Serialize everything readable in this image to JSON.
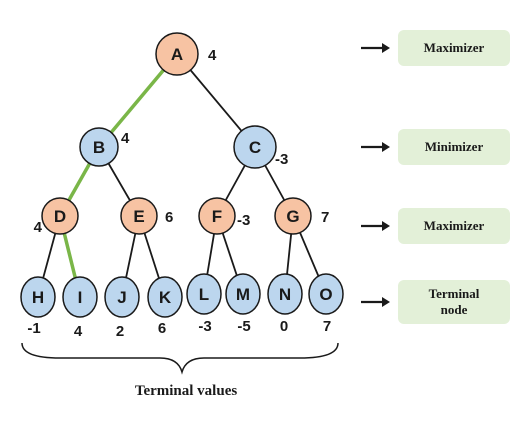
{
  "colors": {
    "max_node_fill": "#f7c3a3",
    "min_node_fill": "#bcd6ee",
    "node_stroke": "#1a1a1a",
    "edge": "#1a1a1a",
    "highlight_edge": "#7ab648",
    "legend_fill": "#e3f0d8"
  },
  "nodes": [
    {
      "id": "A",
      "type": "max",
      "value": "4"
    },
    {
      "id": "B",
      "type": "min",
      "value": "4"
    },
    {
      "id": "C",
      "type": "min",
      "value": "-3"
    },
    {
      "id": "D",
      "type": "max",
      "value": "4"
    },
    {
      "id": "E",
      "type": "max",
      "value": "6"
    },
    {
      "id": "F",
      "type": "max",
      "value": "-3"
    },
    {
      "id": "G",
      "type": "max",
      "value": "7"
    },
    {
      "id": "H",
      "type": "terminal",
      "value": "-1"
    },
    {
      "id": "I",
      "type": "terminal",
      "value": "4"
    },
    {
      "id": "J",
      "type": "terminal",
      "value": "2"
    },
    {
      "id": "K",
      "type": "terminal",
      "value": "6"
    },
    {
      "id": "L",
      "type": "terminal",
      "value": "-3"
    },
    {
      "id": "M",
      "type": "terminal",
      "value": "-5"
    },
    {
      "id": "N",
      "type": "terminal",
      "value": "0"
    },
    {
      "id": "O",
      "type": "terminal",
      "value": "7"
    }
  ],
  "edges": [
    {
      "from": "A",
      "to": "B",
      "highlight": true
    },
    {
      "from": "A",
      "to": "C",
      "highlight": false
    },
    {
      "from": "B",
      "to": "D",
      "highlight": true
    },
    {
      "from": "B",
      "to": "E",
      "highlight": false
    },
    {
      "from": "C",
      "to": "F",
      "highlight": false
    },
    {
      "from": "C",
      "to": "G",
      "highlight": false
    },
    {
      "from": "D",
      "to": "H",
      "highlight": false
    },
    {
      "from": "D",
      "to": "I",
      "highlight": true
    },
    {
      "from": "E",
      "to": "J",
      "highlight": false
    },
    {
      "from": "E",
      "to": "K",
      "highlight": false
    },
    {
      "from": "F",
      "to": "L",
      "highlight": false
    },
    {
      "from": "F",
      "to": "M",
      "highlight": false
    },
    {
      "from": "G",
      "to": "N",
      "highlight": false
    },
    {
      "from": "G",
      "to": "O",
      "highlight": false
    }
  ],
  "legend": [
    {
      "text": "Maximizer",
      "icon": "arrow-right-icon"
    },
    {
      "text": "Minimizer",
      "icon": "arrow-right-icon"
    },
    {
      "text": "Maximizer",
      "icon": "arrow-right-icon"
    },
    {
      "text": "Terminal\nnode",
      "icon": "arrow-right-icon"
    }
  ],
  "footer": {
    "label": "Terminal values",
    "icon": "curly-brace-icon"
  }
}
